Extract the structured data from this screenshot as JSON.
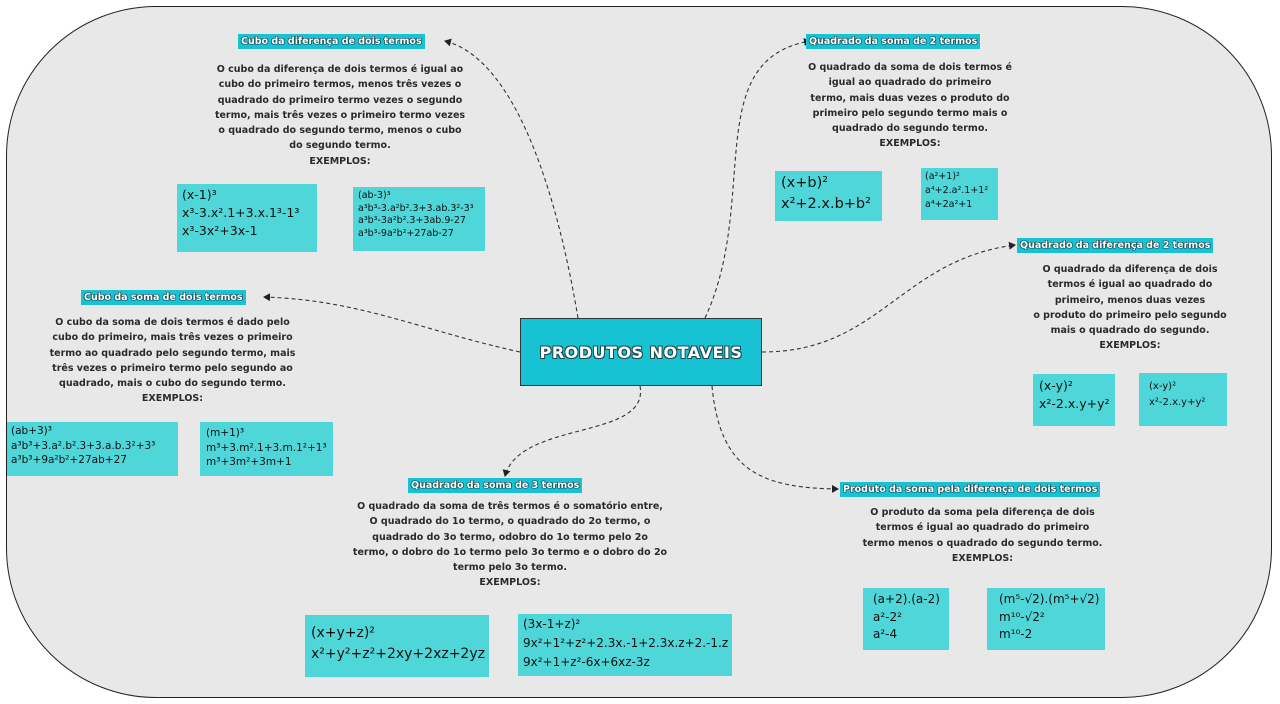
{
  "central": "PRODUTOS NOTAVEIS",
  "topics": {
    "cubo_diferenca": {
      "title": "Cubo da diferença de dois termos",
      "description": [
        "O cubo da diferença de dois termos é igual ao",
        "cubo do primeiro termos, menos três vezes o",
        "quadrado do primeiro termo vezes o segundo",
        "termo, mais três vezes o primeiro termo vezes",
        "o quadrado do segundo termo, menos o cubo",
        "do segundo termo.",
        "EXEMPLOS:"
      ],
      "examples": [
        [
          "(x-1)³",
          "x³-3.x².1+3.x.1³-1³",
          "x³-3x²+3x-1"
        ],
        [
          "(ab-3)³",
          "a³b³-3.a²b².3+3.ab.3²-3³",
          "a³b³-3a²b².3+3ab.9-27",
          "a³b³-9a²b²+27ab-27"
        ]
      ]
    },
    "quadrado_soma_2": {
      "title": "Quadrado da soma de 2 termos",
      "description": [
        "O quadrado da soma de dois termos é",
        "igual ao quadrado do primeiro",
        "termo, mais duas vezes o produto do",
        "primeiro pelo segundo termo mais o",
        "quadrado do segundo termo.",
        "EXEMPLOS:"
      ],
      "examples": [
        [
          "(x+b)²",
          "x²+2.x.b+b²"
        ],
        [
          "(a²+1)²",
          "a⁴+2.a².1+1²",
          "a⁴+2a²+1"
        ]
      ]
    },
    "quadrado_diferenca_2": {
      "title": "Quadrado da diferença de 2 termos",
      "description": [
        "O quadrado da diferença de dois",
        "termos é igual ao quadrado do",
        "primeiro, menos duas vezes",
        "o produto do primeiro pelo segundo",
        "mais o quadrado do segundo.",
        "EXEMPLOS:"
      ],
      "examples": [
        [
          "(x-y)²",
          "x²-2.x.y+y²"
        ],
        [
          "(x-y)²",
          "x²-2.x.y+y²"
        ]
      ]
    },
    "cubo_soma": {
      "title": "Cubo da soma de dois termos",
      "description": [
        "O cubo da soma de dois termos é dado pelo",
        "cubo do primeiro, mais três vezes o primeiro",
        "termo ao quadrado pelo segundo termo, mais",
        "três vezes o primeiro termo pelo segundo ao",
        "quadrado, mais o cubo do segundo termo.",
        "EXEMPLOS:"
      ],
      "examples": [
        [
          "(ab+3)³",
          "a³b³+3.a².b².3+3.a.b.3²+3³",
          "a³b³+9a²b²+27ab+27"
        ],
        [
          "(m+1)³",
          "m³+3.m².1+3.m.1²+1³",
          "m³+3m²+3m+1"
        ]
      ]
    },
    "quadrado_soma_3": {
      "title": "Quadrado da soma de 3 termos",
      "description": [
        "O quadrado da soma de três termos é o somatório entre,",
        "O quadrado do 1o termo, o quadrado do 2o termo, o",
        "quadrado do 3o termo, odobro do 1o termo pelo 2o",
        "termo, o dobro do 1o termo pelo 3o termo e o dobro do 2o",
        "termo pelo 3o termo.",
        "EXEMPLOS:"
      ],
      "examples": [
        [
          "(x+y+z)²",
          "x²+y²+z²+2xy+2xz+2yz"
        ],
        [
          "(3x-1+z)²",
          "9x²+1²+z²+2.3x.-1+2.3x.z+2.-1.z",
          "9x²+1+z²-6x+6xz-3z"
        ]
      ]
    },
    "produto_soma_diferenca": {
      "title": "Produto da soma pela diferença de dois termos",
      "description": [
        "O produto da soma pela diferença de dois",
        "termos é igual ao quadrado do primeiro",
        "termo menos o quadrado do segundo termo.",
        "EXEMPLOS:"
      ],
      "examples": [
        [
          "(a+2).(a-2)",
          "a²-2²",
          "a²-4"
        ],
        [
          "(m⁵-√2).(m⁵+√2)",
          "m¹⁰-√2²",
          "m¹⁰-2"
        ]
      ]
    }
  }
}
